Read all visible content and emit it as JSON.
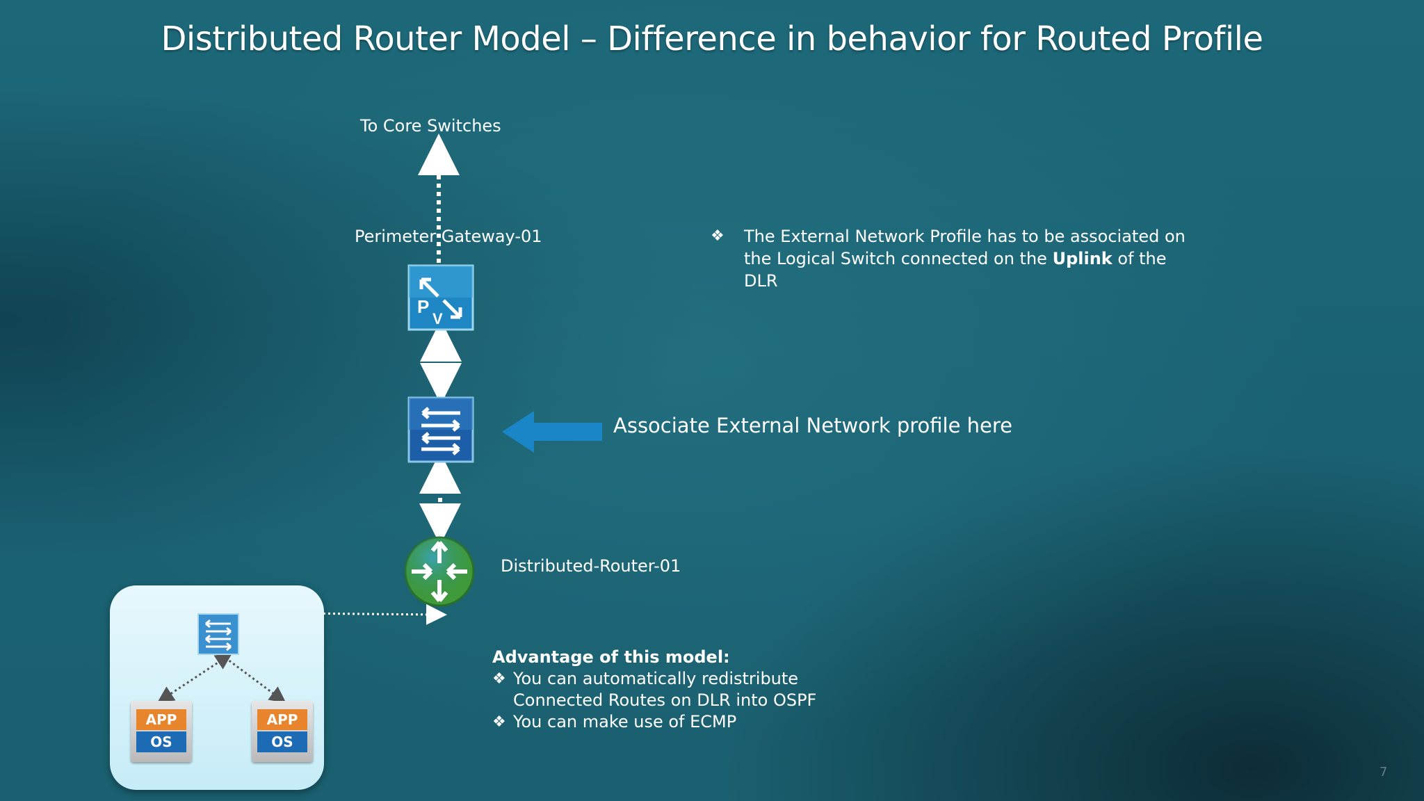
{
  "slide": {
    "title": "Distributed Router Model – Difference in behavior for Routed Profile",
    "page_number": "7"
  },
  "diagram": {
    "core_label": "To Core Switches",
    "perimeter_label": "Perimeter Gateway-01",
    "dlr_label": "Distributed-Router-01",
    "associate_label": "Associate External Network profile here",
    "edge_icon_letters": [
      "P",
      "V"
    ]
  },
  "note": {
    "bullet": "❖",
    "text_before": "The External Network Profile has to be associated on the Logical Switch connected on the ",
    "text_bold": "Uplink",
    "text_after": " of the DLR"
  },
  "advantages": {
    "title": "Advantage of this model:",
    "bullet": "❖",
    "items": [
      "You can automatically redistribute Connected Routes on DLR into OSPF",
      "You can make use of ECMP"
    ]
  },
  "vms": [
    {
      "app": "APP",
      "os": "OS"
    },
    {
      "app": "APP",
      "os": "OS"
    }
  ],
  "colors": {
    "arrow_blue": "#1a86c8",
    "router_green": "#3f9a3a",
    "switch_blue": "#1d5ea8"
  }
}
